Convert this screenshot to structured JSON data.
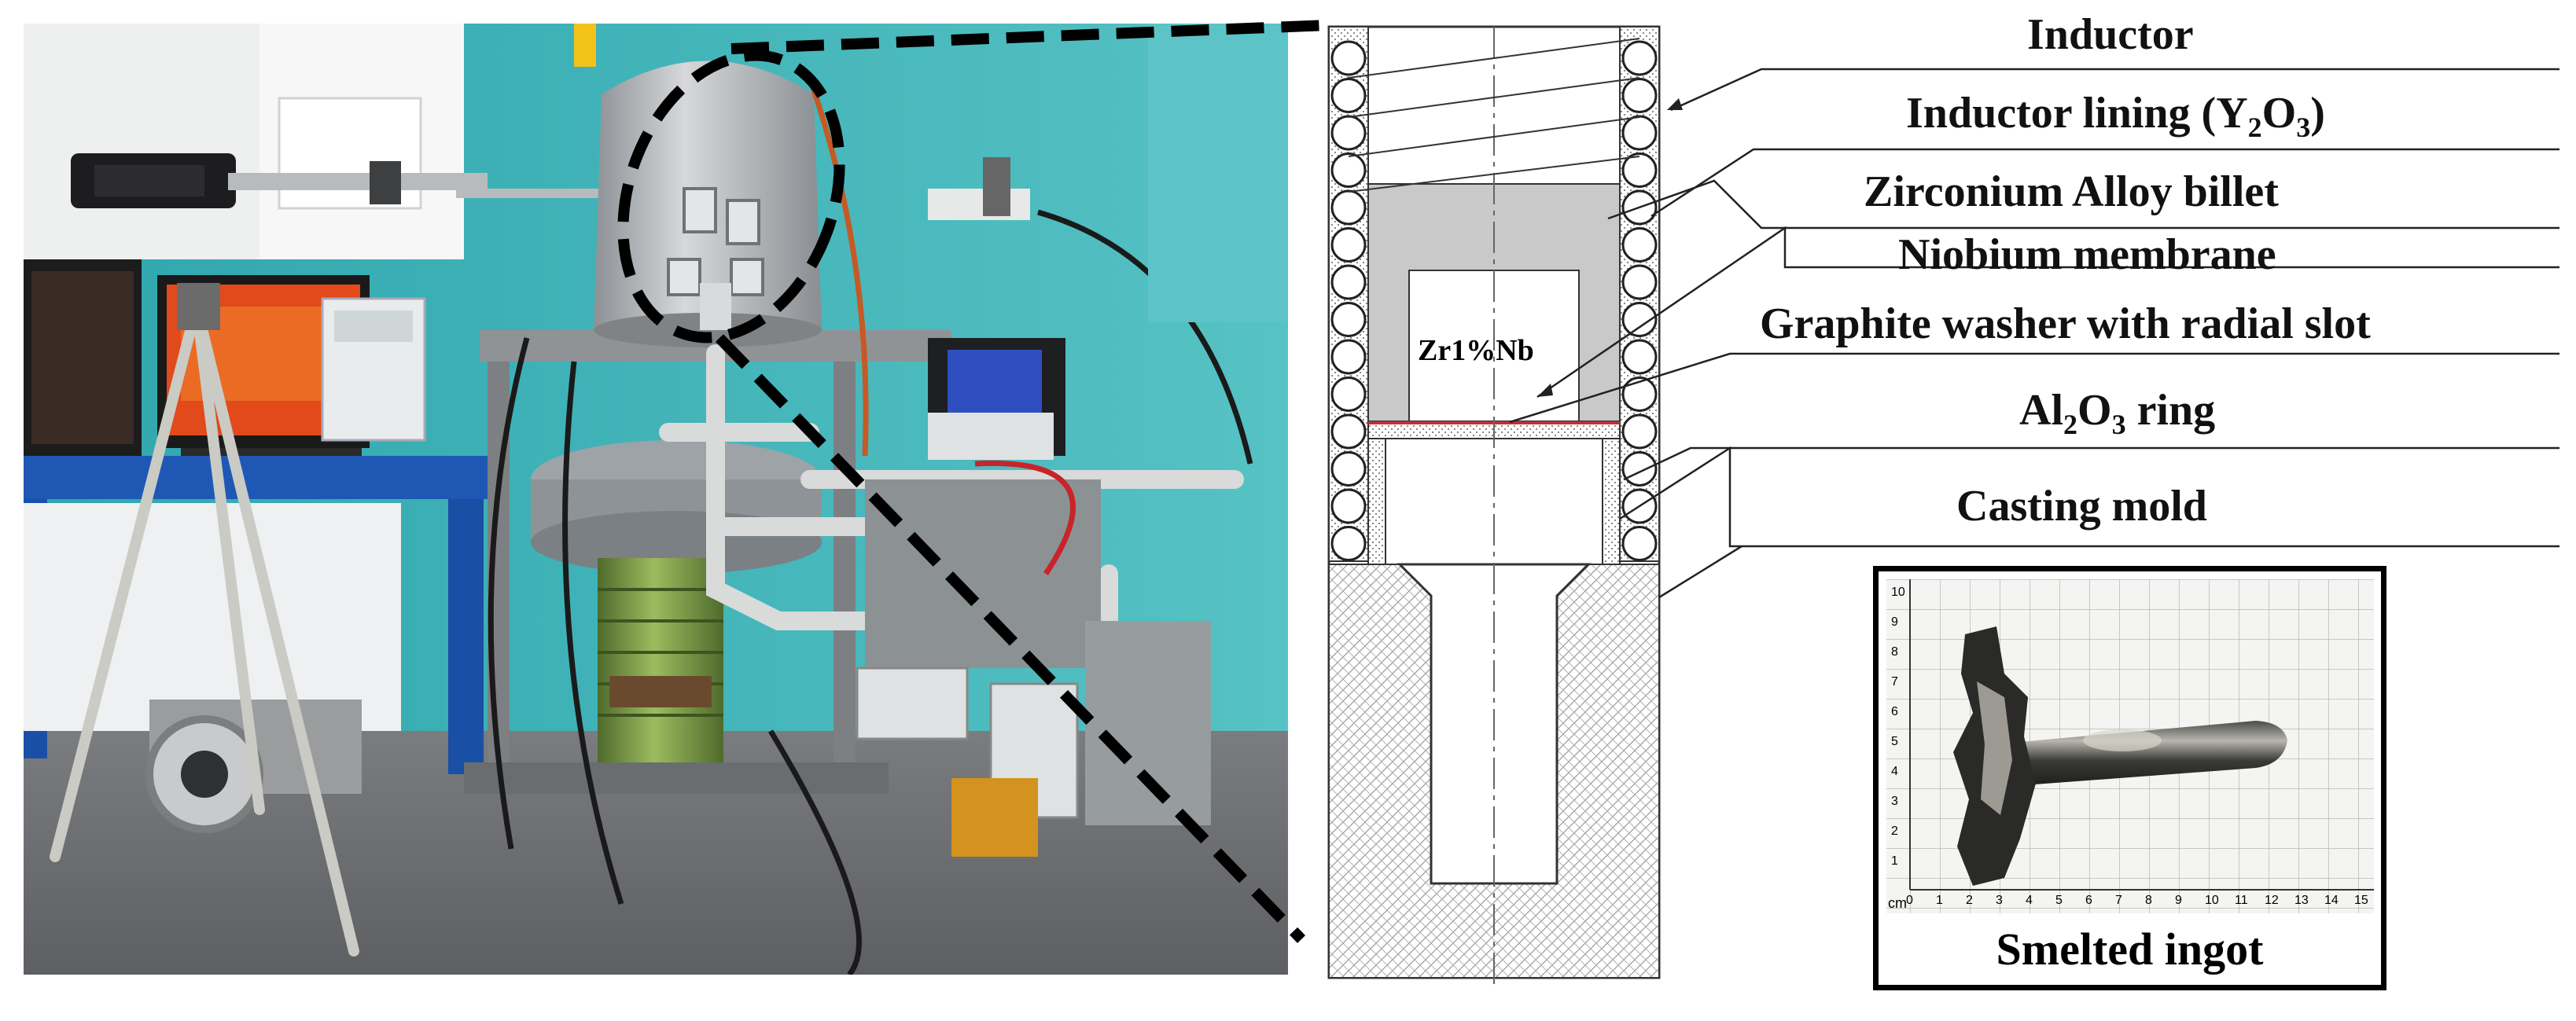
{
  "labels": {
    "inductor": "Inductor",
    "inductor_lining_pre": "Inductor lining (Y",
    "inductor_lining_sub1": "2",
    "inductor_lining_mid": "O",
    "inductor_lining_sub2": "3",
    "inductor_lining_post": ")",
    "billet": "Zirconium Alloy billet",
    "membrane": "Niobium membrane",
    "washer": "Graphite washer with radial slot",
    "ring_pre": "Al",
    "ring_sub1": "2",
    "ring_mid": "O",
    "ring_sub2": "3",
    "ring_post": " ring",
    "mold": "Casting mold"
  },
  "schematic": {
    "billet_text": "Zr1%Nb"
  },
  "ingot": {
    "caption": "Smelted ingot",
    "ruler_unit": "cm",
    "ruler_x": [
      "0",
      "1",
      "2",
      "3",
      "4",
      "5",
      "6",
      "7",
      "8",
      "9",
      "10",
      "11",
      "12",
      "13",
      "14",
      "15"
    ],
    "ruler_y": [
      "1",
      "2",
      "3",
      "4",
      "5",
      "6",
      "7",
      "8",
      "9",
      "10"
    ]
  },
  "colors": {
    "wall": "#3fb3b8",
    "floor": "#6e7073",
    "chamber": "#b9bcbf",
    "coil_green": "#7a9a48",
    "membrane": "#c0303b",
    "hatch": "#9a9a9a"
  }
}
